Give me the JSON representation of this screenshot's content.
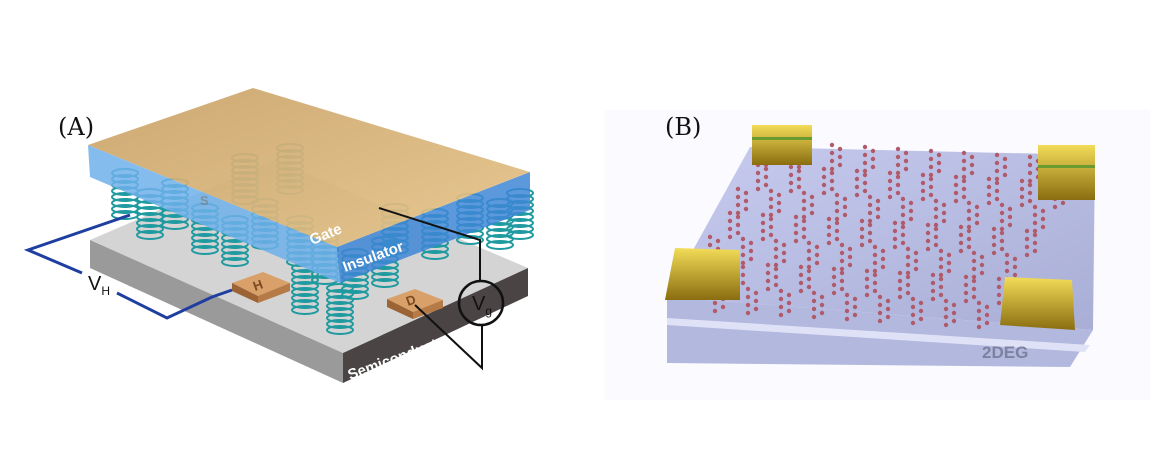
{
  "panel_a": {
    "label": "(A)",
    "gate": "Gate",
    "insulator": "Insulator",
    "semiconductor": "Semiconductor",
    "contacts": {
      "h": "H",
      "d": "D",
      "s": "S"
    },
    "hall_voltage": {
      "symbol": "V",
      "subscript": "H"
    },
    "gate_voltage": {
      "symbol": "V",
      "subscript": "g"
    },
    "colors": {
      "gate": "#d9b274",
      "insulator": "#4a90d9",
      "semiconductor": "#c8c8c8",
      "helix": "#1f9aa0",
      "wire_hall": "#1f3fa0",
      "wire_gate": "#111111"
    }
  },
  "panel_b": {
    "label": "(B)",
    "substrate": "2DEG",
    "colors": {
      "substrate": "#b7bde0",
      "contacts": "#c9a820",
      "helix": "#b05a6a"
    }
  }
}
